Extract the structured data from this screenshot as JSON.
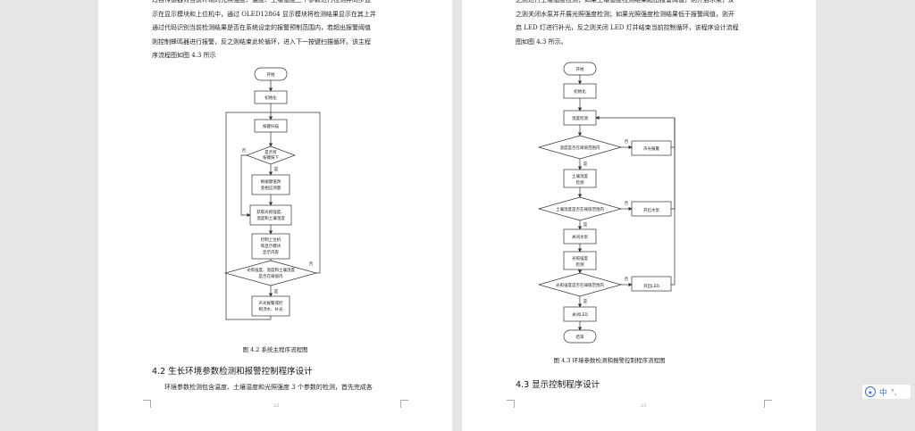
{
  "left_page": {
    "paragraph": "过各传感器对当前环境的光照强度、温度、土壤湿度三个参数进行检测并同步显\n示在显示模块和上位机中，通过 OLED12864 显示模块将检测结果显示在其上并\n通过代码识别当前检测结果是否在系统设定的报警预制范围内，若超出报警阈值\n则控制蜂鸣器进行报警，反之则结束此轮循环，进入下一按键扫描循环。该主程\n序流程图如图 4.3 所示",
    "flowchart": {
      "start": "开始",
      "init": "初始化",
      "key_scan": "按键扫描",
      "decision_key": [
        "是否有",
        "按键按下"
      ],
      "yes": "是",
      "no": "否",
      "adjust": [
        "根据键值改",
        "变相应测量"
      ],
      "acquire": [
        "获取光照强度、",
        "温度和土壤湿度"
      ],
      "control": [
        "控制上位机",
        "和显示模块",
        "显示内容"
      ],
      "decision_range": [
        "光照强度、温度和土壤湿度",
        "是否在阈值内"
      ],
      "alarm": [
        "声光报警或控",
        "制浇水、补光"
      ]
    },
    "caption": "图 4.2   系统主程序流程图",
    "section_heading": "4.2  生长环境参数检测和报警控制程序设计",
    "body_text": "环境参数检测包含温度、土壤湿度和光照强度 3 个参数的检测，首先完成各",
    "page_number": "22"
  },
  "right_page": {
    "paragraph": "之则进行土壤湿度检测；如果土壤湿度检测结果超出报警阈值，则开启水泵，反\n之则关闭水泵并开展光照强度检测；如果光照强度检测结果低于报警阈值，则开\n启 LED 灯进行补光，反之则关闭 LED 灯并结束当前控制循环，该程序设计流程\n图如图 4.3 所示。",
    "flowchart": {
      "start": "开始",
      "init": "初始化",
      "temp_detect": "温度检测",
      "decision_temp": "温度是否在阈值范围内",
      "sound_alarm": "声光报警",
      "soil_detect": [
        "土壤湿度",
        "检测"
      ],
      "decision_soil": "土壤湿度是否在阈值范围内",
      "pump_on": "开启水泵",
      "pump_off": "关闭水泵",
      "light_detect": [
        "光照强度",
        "检测"
      ],
      "decision_light": "光照强度是否在阈值范围内",
      "led_on": "开启LED",
      "led_off": "关闭LED",
      "end": "结束",
      "yes": "是",
      "no": "否"
    },
    "caption": "图 4.3   环境参数检测和报警控制程序流程图",
    "section_heading": "4.3  显示控制程序设计",
    "page_number": "23"
  },
  "overlay": {
    "zh_label": "中",
    "dots": "°,"
  }
}
